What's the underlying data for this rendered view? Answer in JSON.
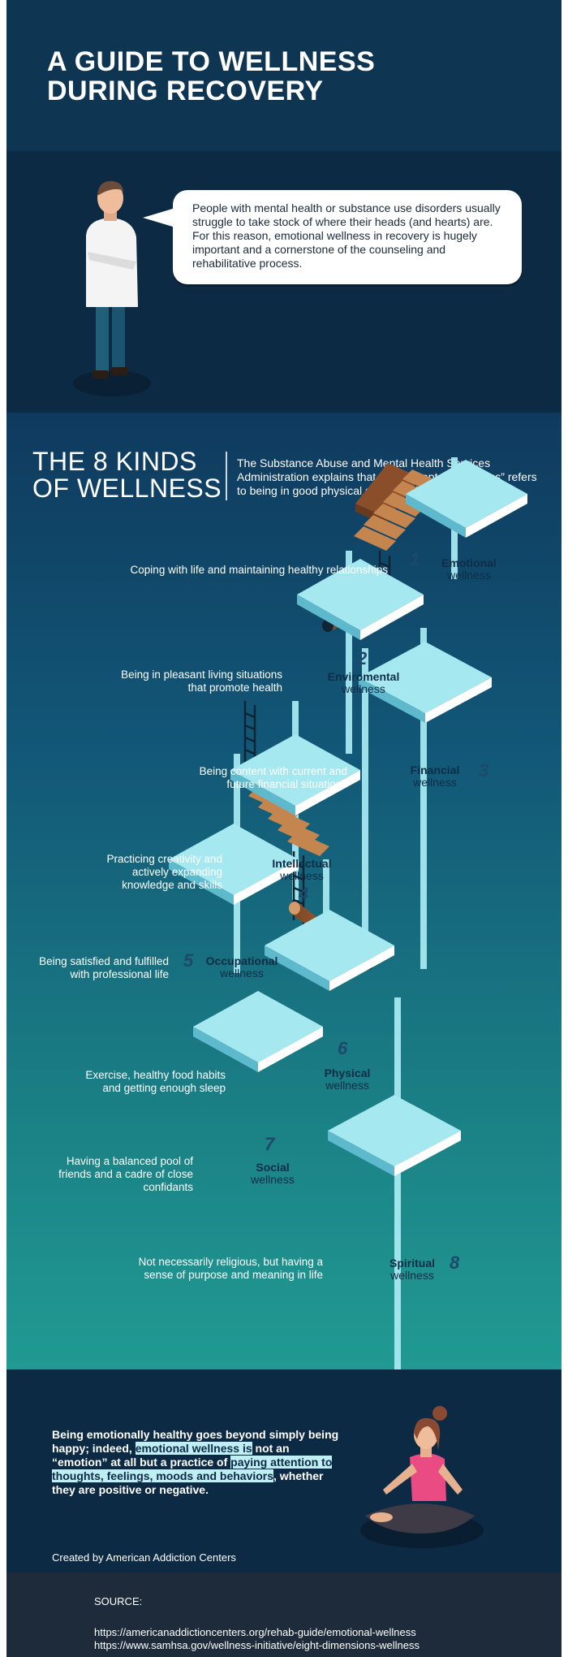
{
  "header": {
    "title_line1": "A GUIDE TO WELLNESS",
    "title_line2": "DURING RECOVERY"
  },
  "intro": {
    "speech": "People with mental health or substance use disorders usually struggle to take stock of  where their heads (and hearts) are. For this reason, emotional wellness in recovery is hugely important and a cornerstone of the counseling and rehabilitative process."
  },
  "kinds": {
    "title_line1": "THE 8 KINDS",
    "title_line2": "OF WELLNESS",
    "samhsa": "The Substance Abuse and Mental Health Services Administration explains that the concept of “wellness” refers to being in good physical shape and mental health.",
    "items": [
      {
        "num": "1",
        "title": "Emotional",
        "sub": "wellness",
        "desc": "Coping with life and maintaining healthy relationships"
      },
      {
        "num": "2",
        "title": "Enviromental",
        "sub": "wellness",
        "desc": "Being in pleasant living situations that promote health"
      },
      {
        "num": "3",
        "title": "Financial",
        "sub": "wellness",
        "desc": "Being content with current and future financial situations"
      },
      {
        "num": "4",
        "title": "Intellectual",
        "sub": "wellness",
        "desc": "Practicing creativity and actively expanding knowledge and skills"
      },
      {
        "num": "5",
        "title": "Occupational",
        "sub": "wellness",
        "desc": "Being satisfied and fulfilled with professional life"
      },
      {
        "num": "6",
        "title": "Physical",
        "sub": "wellness",
        "desc": "Exercise, healthy food habits and getting enough sleep"
      },
      {
        "num": "7",
        "title": "Social",
        "sub": "wellness",
        "desc": "Having a balanced pool of friends and a cadre of close confidants"
      },
      {
        "num": "8",
        "title": "Spiritual",
        "sub": "wellness",
        "desc": "Not necessarily religious, but having a sense of purpose and meaning in life"
      }
    ]
  },
  "bottom": {
    "msg_a": "Being emotionally healthy goes beyond simply being happy; indeed, ",
    "msg_hl1": "emotional wellness is",
    "msg_b": " not an “emotion” at all but a practice of ",
    "msg_hl2": "paying attention to thoughts, feelings, moods and behaviors",
    "msg_c": ", whether they are positive or negative.",
    "created": "Created by American Addiction Centers"
  },
  "source": {
    "label": "SOURCE:",
    "url1": "https://americanaddictioncenters.org/rehab-guide/emotional-wellness",
    "url2": "https://www.samhsa.gov/wellness-initiative/eight-dimensions-wellness"
  },
  "colors": {
    "header_bg": "#0e3552",
    "dark_bg": "#0c2a44",
    "platform_top": "#a6e8f0",
    "highlight": "#bfeff4",
    "stairs": "#b8774a"
  }
}
